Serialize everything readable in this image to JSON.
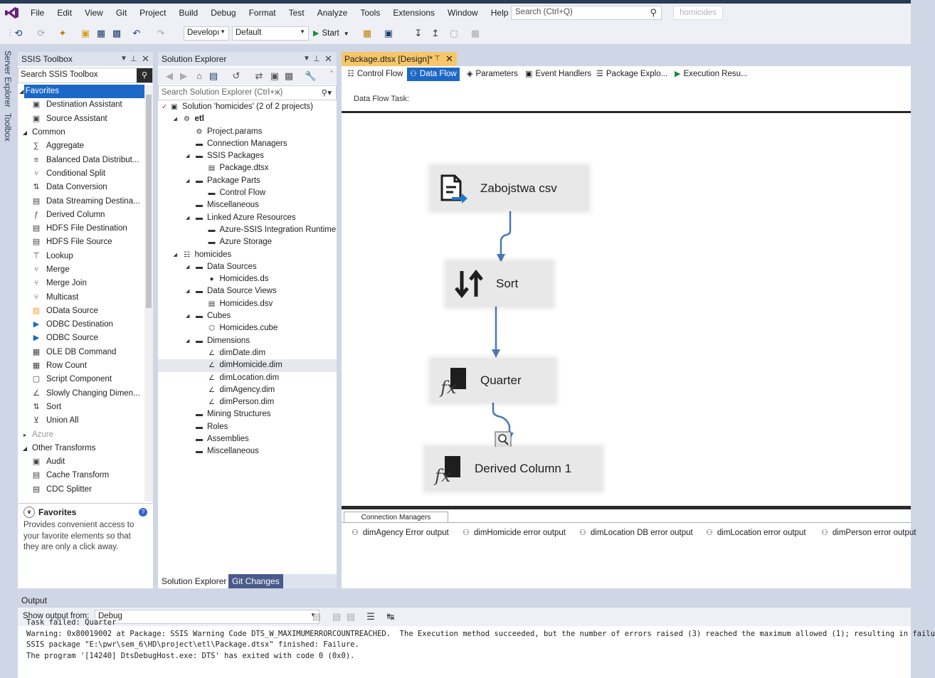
{
  "menu": {
    "items": [
      "File",
      "Edit",
      "View",
      "Git",
      "Project",
      "Build",
      "Debug",
      "Format",
      "Test",
      "Analyze",
      "Tools",
      "Extensions",
      "Window",
      "Help"
    ],
    "search_placeholder": "Search (Ctrl+Q)",
    "solution_name": "homicides"
  },
  "toolbar": {
    "config": "Developı",
    "platform": "Default",
    "start_label": "Start"
  },
  "side_tabs": [
    "Server Explorer",
    "Toolbox"
  ],
  "toolbox": {
    "title": "SSIS Toolbox",
    "search_placeholder": "Search SSIS Toolbox",
    "groups": [
      {
        "label": "Favorites",
        "selected": true,
        "items": [
          {
            "icon": "destination-assistant-icon",
            "label": "Destination Assistant"
          },
          {
            "icon": "source-assistant-icon",
            "label": "Source Assistant"
          }
        ]
      },
      {
        "label": "Common",
        "items": [
          {
            "icon": "aggregate-icon",
            "label": "Aggregate"
          },
          {
            "icon": "balanced-distributor-icon",
            "label": "Balanced Data Distribut..."
          },
          {
            "icon": "conditional-split-icon",
            "label": "Conditional Split"
          },
          {
            "icon": "data-conversion-icon",
            "label": "Data Conversion"
          },
          {
            "icon": "data-streaming-icon",
            "label": "Data Streaming Destina..."
          },
          {
            "icon": "derived-column-icon",
            "label": "Derived Column"
          },
          {
            "icon": "hdfs-destination-icon",
            "label": "HDFS File Destination"
          },
          {
            "icon": "hdfs-source-icon",
            "label": "HDFS File Source"
          },
          {
            "icon": "lookup-icon",
            "label": "Lookup"
          },
          {
            "icon": "merge-icon",
            "label": "Merge"
          },
          {
            "icon": "merge-join-icon",
            "label": "Merge Join"
          },
          {
            "icon": "multicast-icon",
            "label": "Multicast"
          },
          {
            "icon": "odata-source-icon",
            "label": "OData Source"
          },
          {
            "icon": "odbc-destination-icon",
            "label": "ODBC Destination"
          },
          {
            "icon": "odbc-source-icon",
            "label": "ODBC Source"
          },
          {
            "icon": "ole-db-command-icon",
            "label": "OLE DB Command"
          },
          {
            "icon": "row-count-icon",
            "label": "Row Count"
          },
          {
            "icon": "script-component-icon",
            "label": "Script Component"
          },
          {
            "icon": "slowly-changing-icon",
            "label": "Slowly Changing Dimen..."
          },
          {
            "icon": "sort-icon",
            "label": "Sort"
          },
          {
            "icon": "union-all-icon",
            "label": "Union All"
          }
        ]
      },
      {
        "label": "Azure",
        "collapsed": true,
        "items": []
      },
      {
        "label": "Other Transforms",
        "items": [
          {
            "icon": "audit-icon",
            "label": "Audit"
          },
          {
            "icon": "cache-transform-icon",
            "label": "Cache Transform"
          },
          {
            "icon": "cdc-splitter-icon",
            "label": "CDC Splitter"
          }
        ]
      }
    ],
    "info_title": "Favorites",
    "info_text": "Provides convenient access to your favorite elements so that they are only a click away."
  },
  "solution_explorer": {
    "title": "Solution Explorer",
    "search_placeholder": "Search Solution Explorer (Ctrl+ж)",
    "tree": [
      {
        "depth": 0,
        "expand": "none",
        "icon": "solution-icon",
        "label": "Solution 'homicides' (2 of 2 projects)"
      },
      {
        "depth": 1,
        "expand": "open",
        "icon": "project-icon",
        "label": "etl",
        "bold": true
      },
      {
        "depth": 2,
        "expand": "none",
        "icon": "params-icon",
        "label": "Project.params"
      },
      {
        "depth": 2,
        "expand": "none",
        "icon": "folder-icon",
        "label": "Connection Managers"
      },
      {
        "depth": 2,
        "expand": "open",
        "icon": "folder-icon",
        "label": "SSIS Packages"
      },
      {
        "depth": 3,
        "expand": "none",
        "icon": "package-icon",
        "label": "Package.dtsx"
      },
      {
        "depth": 2,
        "expand": "open",
        "icon": "folder-icon",
        "label": "Package Parts"
      },
      {
        "depth": 3,
        "expand": "none",
        "icon": "folder-icon",
        "label": "Control Flow"
      },
      {
        "depth": 2,
        "expand": "none",
        "icon": "folder-icon",
        "label": "Miscellaneous"
      },
      {
        "depth": 2,
        "expand": "open",
        "icon": "folder-icon",
        "label": "Linked Azure Resources"
      },
      {
        "depth": 3,
        "expand": "none",
        "icon": "folder-icon",
        "label": "Azure-SSIS Integration Runtime"
      },
      {
        "depth": 3,
        "expand": "none",
        "icon": "folder-icon",
        "label": "Azure Storage"
      },
      {
        "depth": 1,
        "expand": "open",
        "icon": "cube-project-icon",
        "label": "homicides"
      },
      {
        "depth": 2,
        "expand": "open",
        "icon": "folder-icon",
        "label": "Data Sources"
      },
      {
        "depth": 3,
        "expand": "none",
        "icon": "datasource-icon",
        "label": "Homicides.ds"
      },
      {
        "depth": 2,
        "expand": "open",
        "icon": "folder-icon",
        "label": "Data Source Views"
      },
      {
        "depth": 3,
        "expand": "none",
        "icon": "dsv-icon",
        "label": "Homicides.dsv"
      },
      {
        "depth": 2,
        "expand": "open",
        "icon": "folder-icon",
        "label": "Cubes"
      },
      {
        "depth": 3,
        "expand": "none",
        "icon": "cube-icon",
        "label": "Homicides.cube"
      },
      {
        "depth": 2,
        "expand": "open",
        "icon": "folder-icon",
        "label": "Dimensions"
      },
      {
        "depth": 3,
        "expand": "none",
        "icon": "dimension-icon",
        "label": "dimDate.dim"
      },
      {
        "depth": 3,
        "expand": "none",
        "icon": "dimension-icon",
        "label": "dimHomicide.dim",
        "selected": true
      },
      {
        "depth": 3,
        "expand": "none",
        "icon": "dimension-icon",
        "label": "dimLocation.dim"
      },
      {
        "depth": 3,
        "expand": "none",
        "icon": "dimension-icon",
        "label": "dimAgency.dim"
      },
      {
        "depth": 3,
        "expand": "none",
        "icon": "dimension-icon",
        "label": "dimPerson.dim"
      },
      {
        "depth": 2,
        "expand": "none",
        "icon": "folder-icon",
        "label": "Mining Structures"
      },
      {
        "depth": 2,
        "expand": "none",
        "icon": "folder-icon",
        "label": "Roles"
      },
      {
        "depth": 2,
        "expand": "none",
        "icon": "folder-icon",
        "label": "Assemblies"
      },
      {
        "depth": 2,
        "expand": "none",
        "icon": "folder-icon",
        "label": "Miscellaneous"
      }
    ],
    "bottom_tabs": [
      "Solution Explorer",
      "Git Changes"
    ]
  },
  "designer": {
    "doc_tab": "Package.dtsx [Design]*",
    "tabs": [
      {
        "icon": "control-flow-icon",
        "label": "Control Flow"
      },
      {
        "icon": "data-flow-icon",
        "label": "Data Flow",
        "active": true
      },
      {
        "icon": "parameters-icon",
        "label": "Parameters"
      },
      {
        "icon": "event-handlers-icon",
        "label": "Event Handlers"
      },
      {
        "icon": "package-explorer-icon",
        "label": "Package Explo..."
      },
      {
        "icon": "execution-results-icon",
        "label": "Execution Resu..."
      }
    ],
    "task_label": "Data Flow Task:",
    "components": [
      {
        "id": "source",
        "icon": "flat-file-source-icon",
        "label": "Zabojstwa csv"
      },
      {
        "id": "sort",
        "icon": "sort-icon",
        "label": "Sort"
      },
      {
        "id": "quarter",
        "icon": "derived-column-icon",
        "label": "Quarter"
      },
      {
        "id": "derived",
        "icon": "derived-column-icon",
        "label": "Derived Column 1"
      }
    ],
    "connection_managers_tab": "Connection Managers",
    "connection_managers": [
      "dimAgency Error output",
      "dimHomicide error output",
      "dimLocation DB error output",
      "dimLocation error output",
      "dimPerson error output"
    ]
  },
  "output": {
    "title": "Output",
    "show_from_label": "Show output from:",
    "source": "Debug",
    "lines": [
      "Task failed: Quarter",
      "Warning: 0x80019002 at Package: SSIS Warning Code DTS_W_MAXIMUMERRORCOUNTREACHED.  The Execution method succeeded, but the number of errors raised (3) reached the maximum allowed (1); resulting in failu",
      "SSIS package \"E:\\pwr\\sem_6\\HD\\project\\etl\\Package.dtsx\" finished: Failure.",
      "The program '[14240] DtsDebugHost.exe: DTS' has exited with code 0 (0x0)."
    ]
  },
  "colors": {
    "accent": "#1c68c6",
    "doc_tab": "#f7c66a",
    "frame": "#cfd6e5",
    "arrow": "#4a7ab5"
  }
}
